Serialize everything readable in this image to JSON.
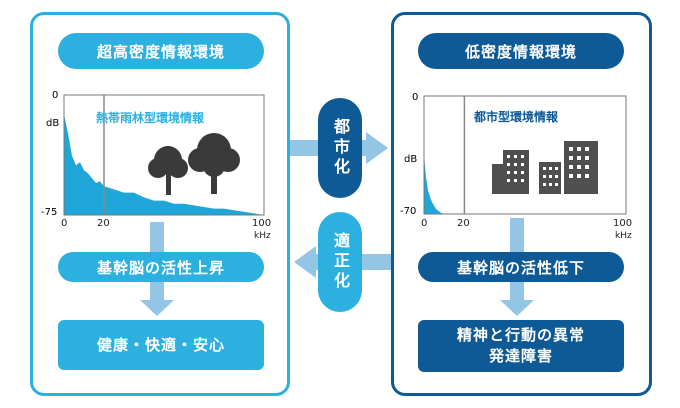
{
  "left": {
    "header": "超高密度情報環境",
    "chart_title": "熱帯雨林型環境情報",
    "effect": "基幹脳の活性上昇",
    "outcome_lines": [
      "健康・快適・安心"
    ]
  },
  "right": {
    "header": "低密度情報環境",
    "chart_title": "都市型環境情報",
    "effect": "基幹脳の活性低下",
    "outcome_lines": [
      "精神と行動の異常",
      "発達障害"
    ]
  },
  "middle": {
    "forward_label": "都市化",
    "backward_label": "適正化"
  },
  "axes": {
    "left_y_top": "0",
    "left_y_unit": "dB",
    "left_y_bottom": "-75",
    "right_y_top": "0",
    "right_y_unit": "dB",
    "right_y_bottom": "-70",
    "x0": "0",
    "x20": "20",
    "x100": "100",
    "x_unit": "kHz"
  },
  "colors": {
    "light_blue": "#2bb0e0",
    "dark_blue": "#0d5a96",
    "arrow_blue": "#93c6e4",
    "spectrum": "#1fa6d9",
    "icon_gray": "#3a3a3a",
    "building_gray": "#4f4f4f"
  },
  "icons": {
    "left": "trees-icon",
    "right": "buildings-icon"
  },
  "chart_data": [
    {
      "type": "area",
      "title": "熱帯雨林型環境情報",
      "ylabel": "dB",
      "xlabel": "kHz",
      "ylim": [
        -75,
        0
      ],
      "xlim": [
        0,
        100
      ],
      "x_ticks": [
        0,
        20,
        100
      ],
      "marker_line_x": 20,
      "x": [
        0,
        2,
        4,
        6,
        8,
        10,
        12,
        14,
        16,
        18,
        20,
        25,
        30,
        35,
        40,
        45,
        50,
        55,
        60,
        65,
        70,
        75,
        80,
        85,
        90,
        95,
        100
      ],
      "values": [
        -12,
        -24,
        -38,
        -44,
        -42,
        -47,
        -49,
        -52,
        -55,
        -54,
        -57,
        -59,
        -61,
        -61,
        -64,
        -66,
        -66,
        -68,
        -68,
        -69,
        -70,
        -71,
        -71,
        -72,
        -73,
        -74,
        -75
      ]
    },
    {
      "type": "area",
      "title": "都市型環境情報",
      "ylabel": "dB",
      "xlabel": "kHz",
      "ylim": [
        -70,
        0
      ],
      "xlim": [
        0,
        100
      ],
      "x_ticks": [
        0,
        20,
        100
      ],
      "marker_line_x": 20,
      "x": [
        0,
        1,
        2,
        3,
        4,
        5,
        6,
        7,
        8,
        10
      ],
      "values": [
        -35,
        -48,
        -56,
        -60,
        -63,
        -65,
        -67,
        -68,
        -69,
        -70
      ]
    }
  ]
}
